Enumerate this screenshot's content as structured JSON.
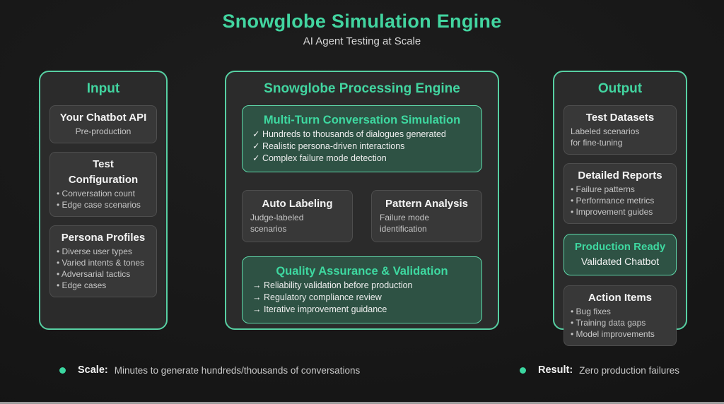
{
  "colors": {
    "accent_green": "#42d5a0",
    "panel_border": "#57d0a3",
    "panel_bg": "#2b2b2b",
    "card_bg": "#383838",
    "green_card_bg": "#2e5244",
    "page_bg": "#181818"
  },
  "header": {
    "title": "Snowglobe Simulation Engine",
    "subtitle": "AI Agent Testing at Scale"
  },
  "input_panel": {
    "title": "Input",
    "boxes": [
      {
        "title": "Your Chatbot API",
        "subtitle": "Pre-production"
      },
      {
        "title": "Test Configuration",
        "items": [
          "• Conversation count",
          "• Edge case scenarios"
        ]
      },
      {
        "title": "Persona Profiles",
        "items": [
          "• Diverse user types",
          "• Varied intents & tones",
          "• Adversarial tactics",
          "• Edge cases"
        ]
      }
    ]
  },
  "processing_panel": {
    "title": "Snowglobe Processing Engine",
    "simulation_box": {
      "title": "Multi-Turn Conversation Simulation",
      "items": [
        "✓ Hundreds to thousands of dialogues generated",
        "✓ Realistic persona-driven interactions",
        "✓ Complex failure mode detection"
      ]
    },
    "auto_labeling_box": {
      "title": "Auto Labeling",
      "lines": [
        "Judge-labeled",
        "scenarios"
      ]
    },
    "pattern_analysis_box": {
      "title": "Pattern Analysis",
      "lines": [
        "Failure mode",
        "identification"
      ]
    },
    "qa_box": {
      "title": "Quality Assurance & Validation",
      "items": [
        "→ Reliability validation before production",
        "→ Regulatory compliance review",
        "→ Iterative improvement guidance"
      ]
    }
  },
  "output_panel": {
    "title": "Output",
    "test_datasets_box": {
      "title": "Test Datasets",
      "lines": [
        "Labeled scenarios",
        "for fine-tuning"
      ]
    },
    "detailed_reports_box": {
      "title": "Detailed Reports",
      "items": [
        "• Failure patterns",
        "• Performance metrics",
        "• Improvement guides"
      ]
    },
    "production_ready_box": {
      "title": "Production Ready",
      "subtitle": "Validated Chatbot"
    },
    "action_items_box": {
      "title": "Action Items",
      "items": [
        "• Bug fixes",
        "• Training data gaps",
        "• Model improvements"
      ]
    }
  },
  "footer": {
    "scale_label": "Scale:",
    "scale_text": "Minutes to generate hundreds/thousands of conversations",
    "result_label": "Result:",
    "result_text": "Zero production failures"
  }
}
